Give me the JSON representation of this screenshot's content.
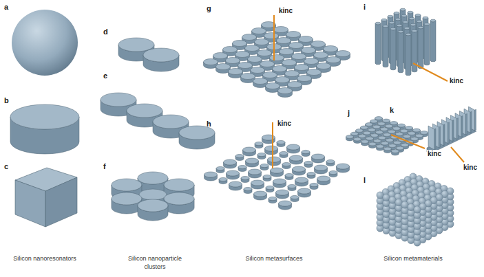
{
  "diagram": {
    "labels": [
      "a",
      "d",
      "g",
      "kinc",
      "i",
      "kinc",
      "b",
      "e",
      "h",
      "kinc",
      "j",
      "k",
      "kinc",
      "kinc",
      "c",
      "f",
      "l",
      "Silicon nanoresonators",
      "Silicon nanoparticle clusters",
      "Silicon metasurfaces",
      "Silicon metamaterials"
    ]
  }
}
